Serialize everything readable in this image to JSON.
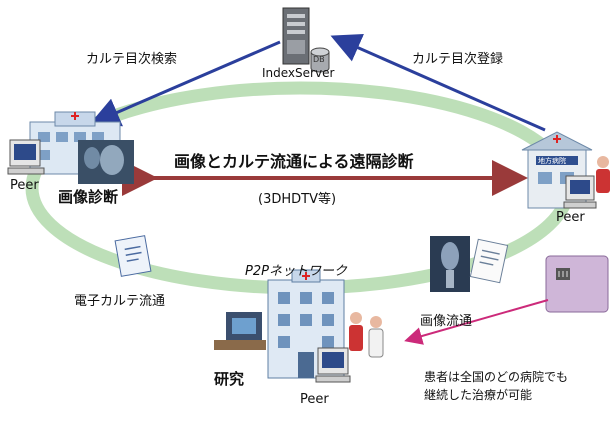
{
  "labels": {
    "search": "カルテ目次検索",
    "register": "カルテ目次登録",
    "server": "IndexServer",
    "db": "DB",
    "center_title": "画像とカルテ流通による遠隔診断",
    "center_sub": "(3DHDTV等)",
    "peer_left": "Peer",
    "image_diag": "画像診断",
    "peer_right": "Peer",
    "p2p": "P2Pネットワーク",
    "ekarte": "電子カルテ流通",
    "image_flow": "画像流通",
    "research": "研究",
    "peer_bottom": "Peer",
    "clinic_sign": "地方病院",
    "patient_note_1": "患者は全国のどの病院でも",
    "patient_note_2": "継続した治療が可能"
  },
  "colors": {
    "ring": "#b9ddb4",
    "blue_arrow": "#2b3f9c",
    "red_arrow": "#9a3a3a",
    "magenta": "#cc2a7a",
    "card": "#cfb6d8"
  },
  "icons": [
    "server-icon",
    "hospital-icon",
    "clinic-icon",
    "computer-icon",
    "doctor-icon",
    "document-icon",
    "xray-icon",
    "card-icon"
  ]
}
